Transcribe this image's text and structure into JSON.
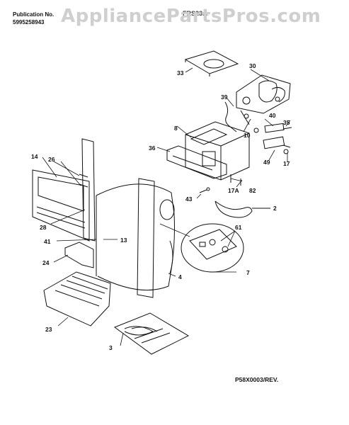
{
  "header": {
    "publication_label": "Publication No.",
    "publication_number": "5995258943",
    "watermark": "AppliancePartsPros.com",
    "model": "FRS23..."
  },
  "footer": {
    "reference": "P58X0003/REV."
  },
  "callouts": [
    {
      "id": "c30",
      "text": "30"
    },
    {
      "id": "c33",
      "text": "33"
    },
    {
      "id": "c39",
      "text": "39"
    },
    {
      "id": "c40",
      "text": "40"
    },
    {
      "id": "c35",
      "text": "35"
    },
    {
      "id": "c10",
      "text": "10"
    },
    {
      "id": "c8",
      "text": "8"
    },
    {
      "id": "c36",
      "text": "36"
    },
    {
      "id": "c49",
      "text": "49"
    },
    {
      "id": "c17",
      "text": "17"
    },
    {
      "id": "c14",
      "text": "14"
    },
    {
      "id": "c26",
      "text": "26"
    },
    {
      "id": "c17A",
      "text": "17A"
    },
    {
      "id": "c82",
      "text": "82"
    },
    {
      "id": "c43",
      "text": "43"
    },
    {
      "id": "c2",
      "text": "2"
    },
    {
      "id": "c28",
      "text": "28"
    },
    {
      "id": "c61",
      "text": "61"
    },
    {
      "id": "c41",
      "text": "41"
    },
    {
      "id": "c13",
      "text": "13"
    },
    {
      "id": "c24",
      "text": "24"
    },
    {
      "id": "c7",
      "text": "7"
    },
    {
      "id": "c4",
      "text": "4"
    },
    {
      "id": "c23",
      "text": "23"
    },
    {
      "id": "c3",
      "text": "3"
    }
  ]
}
